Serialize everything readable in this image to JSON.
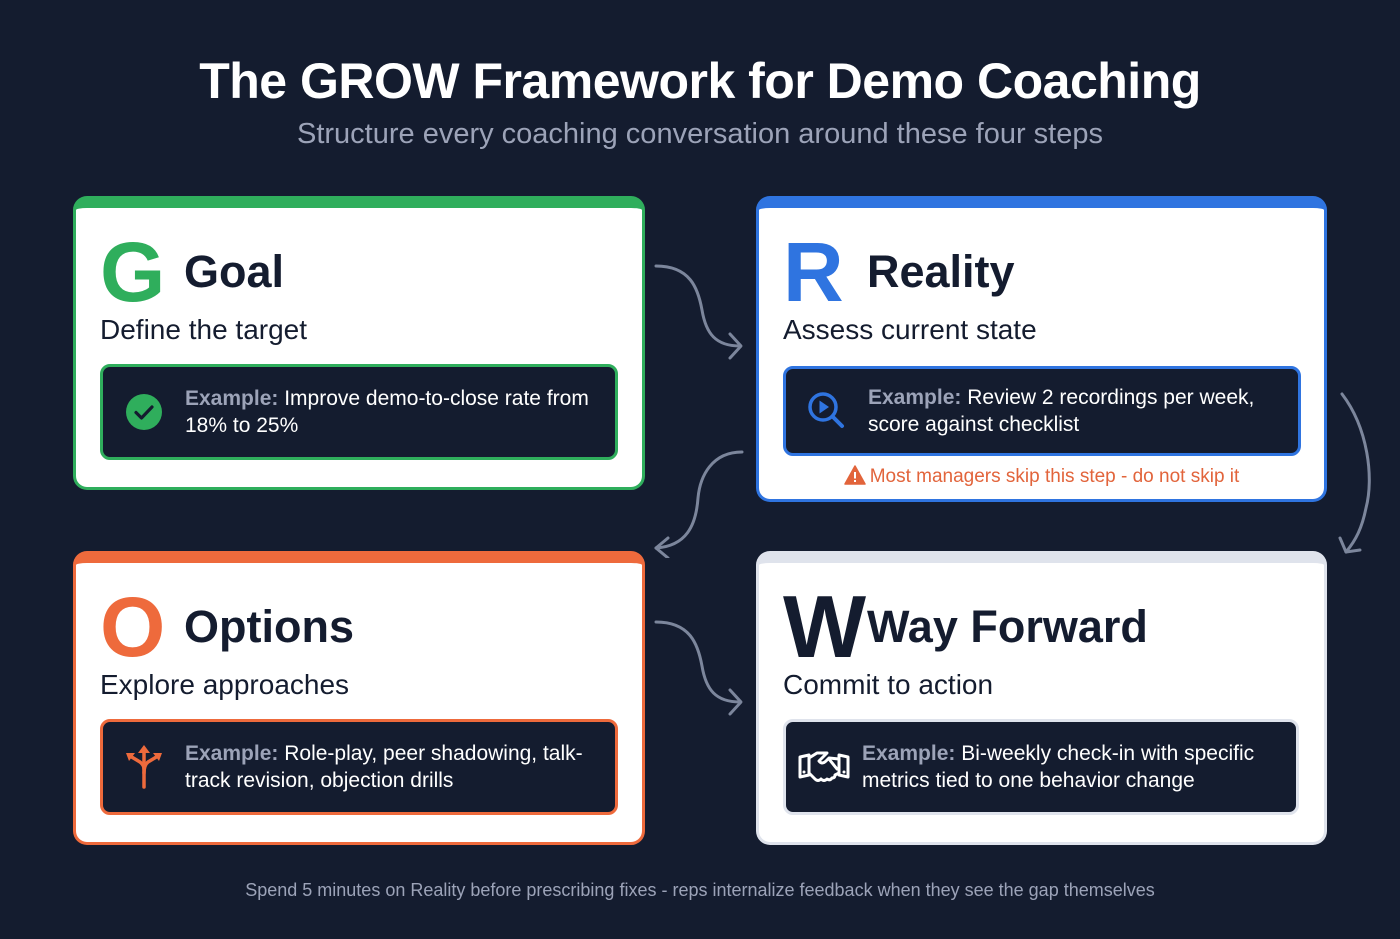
{
  "header": {
    "title": "The GROW Framework for Demo Coaching",
    "subtitle": "Structure every coaching conversation around these four steps"
  },
  "steps": [
    {
      "letter": "G",
      "title": "Goal",
      "subtitle": "Define the target",
      "example_label": "Example:",
      "example_text": "Improve demo-to-close rate from 18% to 25%",
      "icon": "check-circle-icon",
      "accent": "#2fae5c"
    },
    {
      "letter": "R",
      "title": "Reality",
      "subtitle": "Assess current state",
      "example_label": "Example:",
      "example_text": "Review 2 recordings per week, score against checklist",
      "icon": "search-play-icon",
      "accent": "#2f74e0",
      "warning": "Most managers skip this step - do not skip it",
      "warning_icon": "warning-triangle-icon",
      "warning_color": "#e2643b"
    },
    {
      "letter": "O",
      "title": "Options",
      "subtitle": "Explore approaches",
      "example_label": "Example:",
      "example_text": "Role-play, peer shadowing, talk-track revision, objection drills",
      "icon": "split-arrows-icon",
      "accent": "#ee6a3c"
    },
    {
      "letter": "W",
      "title": "Way Forward",
      "subtitle": "Commit to action",
      "example_label": "Example:",
      "example_text": "Bi-weekly check-in with specific metrics tied to one behavior change",
      "icon": "handshake-icon",
      "accent": "#dfe3ec"
    }
  ],
  "flow_arrows": [
    "goal-to-reality",
    "reality-to-way-forward",
    "reality-to-options",
    "options-to-way-forward"
  ],
  "footer": {
    "note": "Spend 5 minutes on Reality before prescribing fixes - reps internalize feedback when they see the gap themselves"
  },
  "colors": {
    "background": "#141c2f",
    "text_dark": "#141c2f",
    "muted": "#9ca3b8",
    "arrow": "#7c869c"
  }
}
